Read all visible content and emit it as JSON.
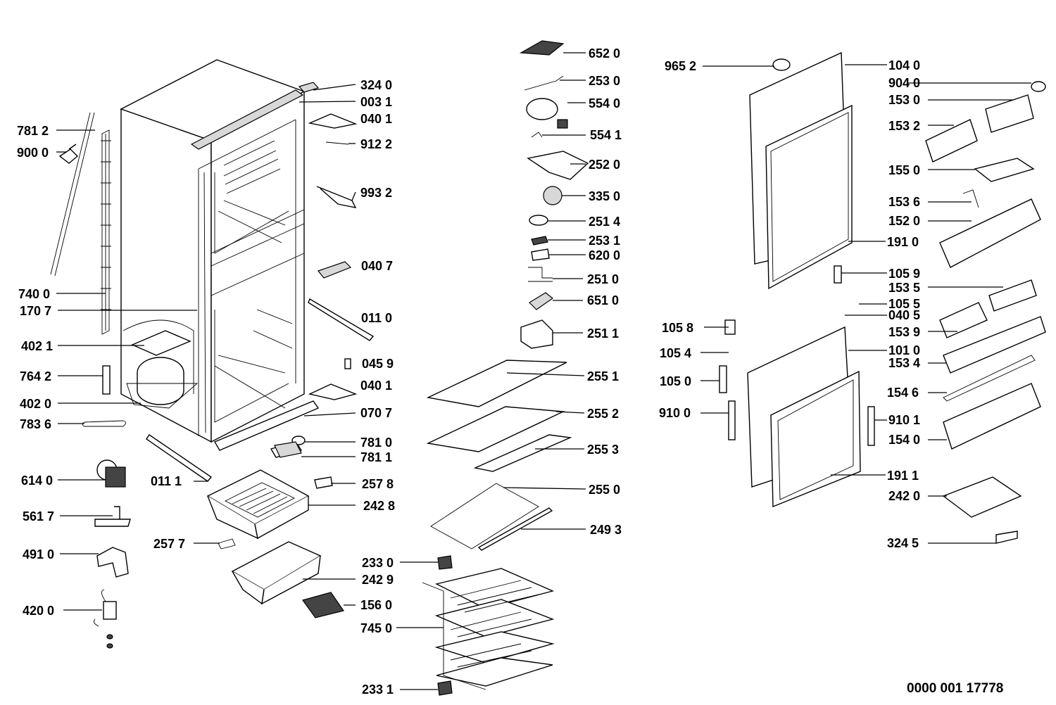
{
  "drawing_code": "0000 001 17778",
  "labels": {
    "l7812": "781 2",
    "l9000": "900 0",
    "l7400": "740 0",
    "l1707": "170 7",
    "l4021": "402 1",
    "l7642": "764 2",
    "l4020": "402 0",
    "l7836": "783 6",
    "l6140": "614 0",
    "l5617": "561 7",
    "l4910": "491 0",
    "l4200": "420 0",
    "l3240": "324 0",
    "l0031": "003 1",
    "l0401a": "040 1",
    "l9122": "912 2",
    "l9932": "993 2",
    "l0407": "040 7",
    "l0110": "011 0",
    "l0459": "045 9",
    "l0401b": "040 1",
    "l0707": "070 7",
    "l7810": "781 0",
    "l7811": "781 1",
    "l0111": "011 1",
    "l2578": "257 8",
    "l2428": "242 8",
    "l2577": "257 7",
    "l2429": "242 9",
    "l1560": "156 0",
    "l7450": "745 0",
    "l2330": "233 0",
    "l2331": "233 1",
    "l6520": "652 0",
    "l2530": "253 0",
    "l5540": "554 0",
    "l5541": "554 1",
    "l2520": "252 0",
    "l3350": "335 0",
    "l2514": "251 4",
    "l2531": "253 1",
    "l6200": "620 0",
    "l2510": "251 0",
    "l6510": "651 0",
    "l2511": "251 1",
    "l2551": "255 1",
    "l2552": "255 2",
    "l2553": "255 3",
    "l2550": "255 0",
    "l2493": "249 3",
    "l9652": "965 2",
    "l1040": "104 0",
    "l9040": "904 0",
    "l1530": "153 0",
    "l1532": "153 2",
    "l1550": "155 0",
    "l1536": "153 6",
    "l1520": "152 0",
    "l1910": "191 0",
    "l1059": "105 9",
    "l1535": "153 5",
    "l1055": "105 5",
    "l0405": "040 5",
    "l1058": "105 8",
    "l1539": "153 9",
    "l1054": "105 4",
    "l1010": "101 0",
    "l1534": "153 4",
    "l1050": "105 0",
    "l1546": "154 6",
    "l9100": "910 0",
    "l9101": "910 1",
    "l1540": "154 0",
    "l1911": "191 1",
    "l2420": "242 0",
    "l3245": "324 5"
  }
}
